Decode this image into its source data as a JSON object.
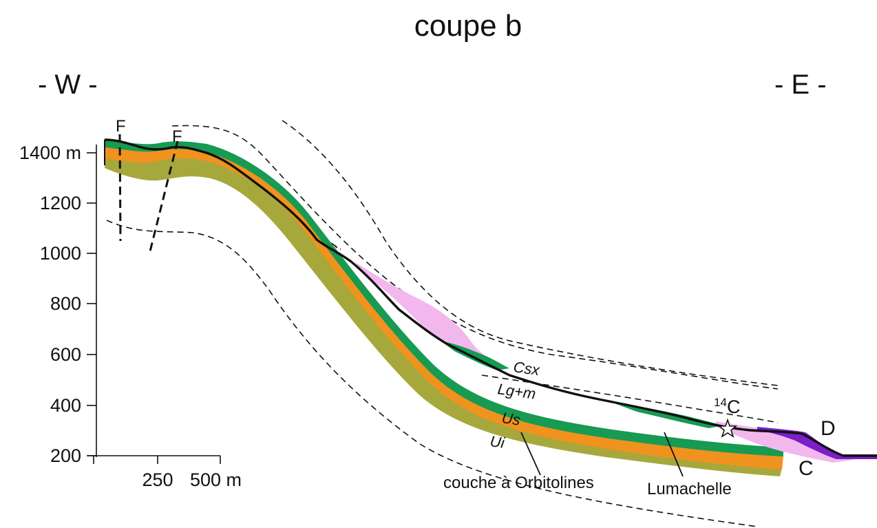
{
  "title": "coupe  b",
  "orientation": {
    "west": "- W -",
    "east": "- E -"
  },
  "y_axis": {
    "ticks": [
      "1400 m",
      "1200",
      "1000",
      "800",
      "600",
      "400",
      "200"
    ],
    "values": [
      1400,
      1200,
      1000,
      800,
      600,
      400,
      200
    ]
  },
  "x_axis": {
    "ticks": [
      "250",
      "500 m"
    ],
    "values": [
      250,
      500
    ]
  },
  "faults": [
    "F",
    "F"
  ],
  "unit_labels": {
    "csx": "Csx",
    "lgm": "Lg+m",
    "us": "Us",
    "ui": "Ui",
    "c14_super": "14",
    "c14": "C",
    "d": "D",
    "c": "C"
  },
  "annotations": {
    "orbitolines": "couche à Orbitolines",
    "lumachelle": "Lumachelle"
  },
  "colors": {
    "orange": "#F0921E",
    "green": "#179A52",
    "olive": "#A7A83C",
    "pink": "#F2B8EE",
    "purple": "#7A1FC9",
    "black": "#111111"
  },
  "icons": {
    "sample": "star-icon"
  }
}
